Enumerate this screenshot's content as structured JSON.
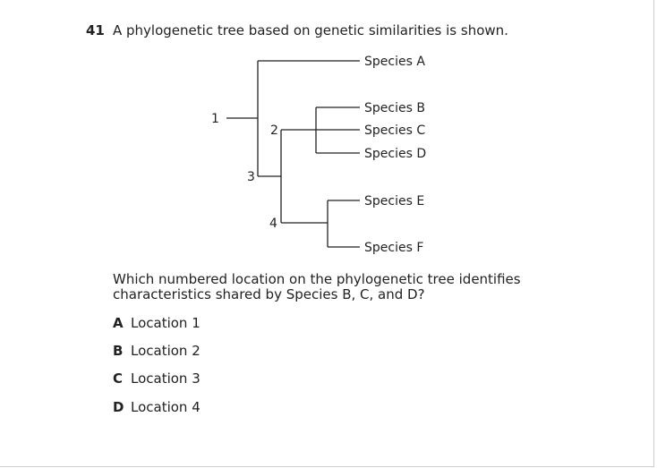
{
  "question": {
    "number": "41",
    "stem": "A phylogenetic tree based on genetic similarities is shown.",
    "prompt": "Which numbered location on the phylogenetic tree identifies characteristics shared by Species B, C, and D?"
  },
  "tree": {
    "species": [
      "Species A",
      "Species B",
      "Species C",
      "Species D",
      "Species E",
      "Species F"
    ],
    "nodes": [
      "1",
      "2",
      "3",
      "4"
    ]
  },
  "choices": [
    {
      "letter": "A",
      "text": "Location 1"
    },
    {
      "letter": "B",
      "text": "Location 2"
    },
    {
      "letter": "C",
      "text": "Location 3"
    },
    {
      "letter": "D",
      "text": "Location 4"
    }
  ]
}
